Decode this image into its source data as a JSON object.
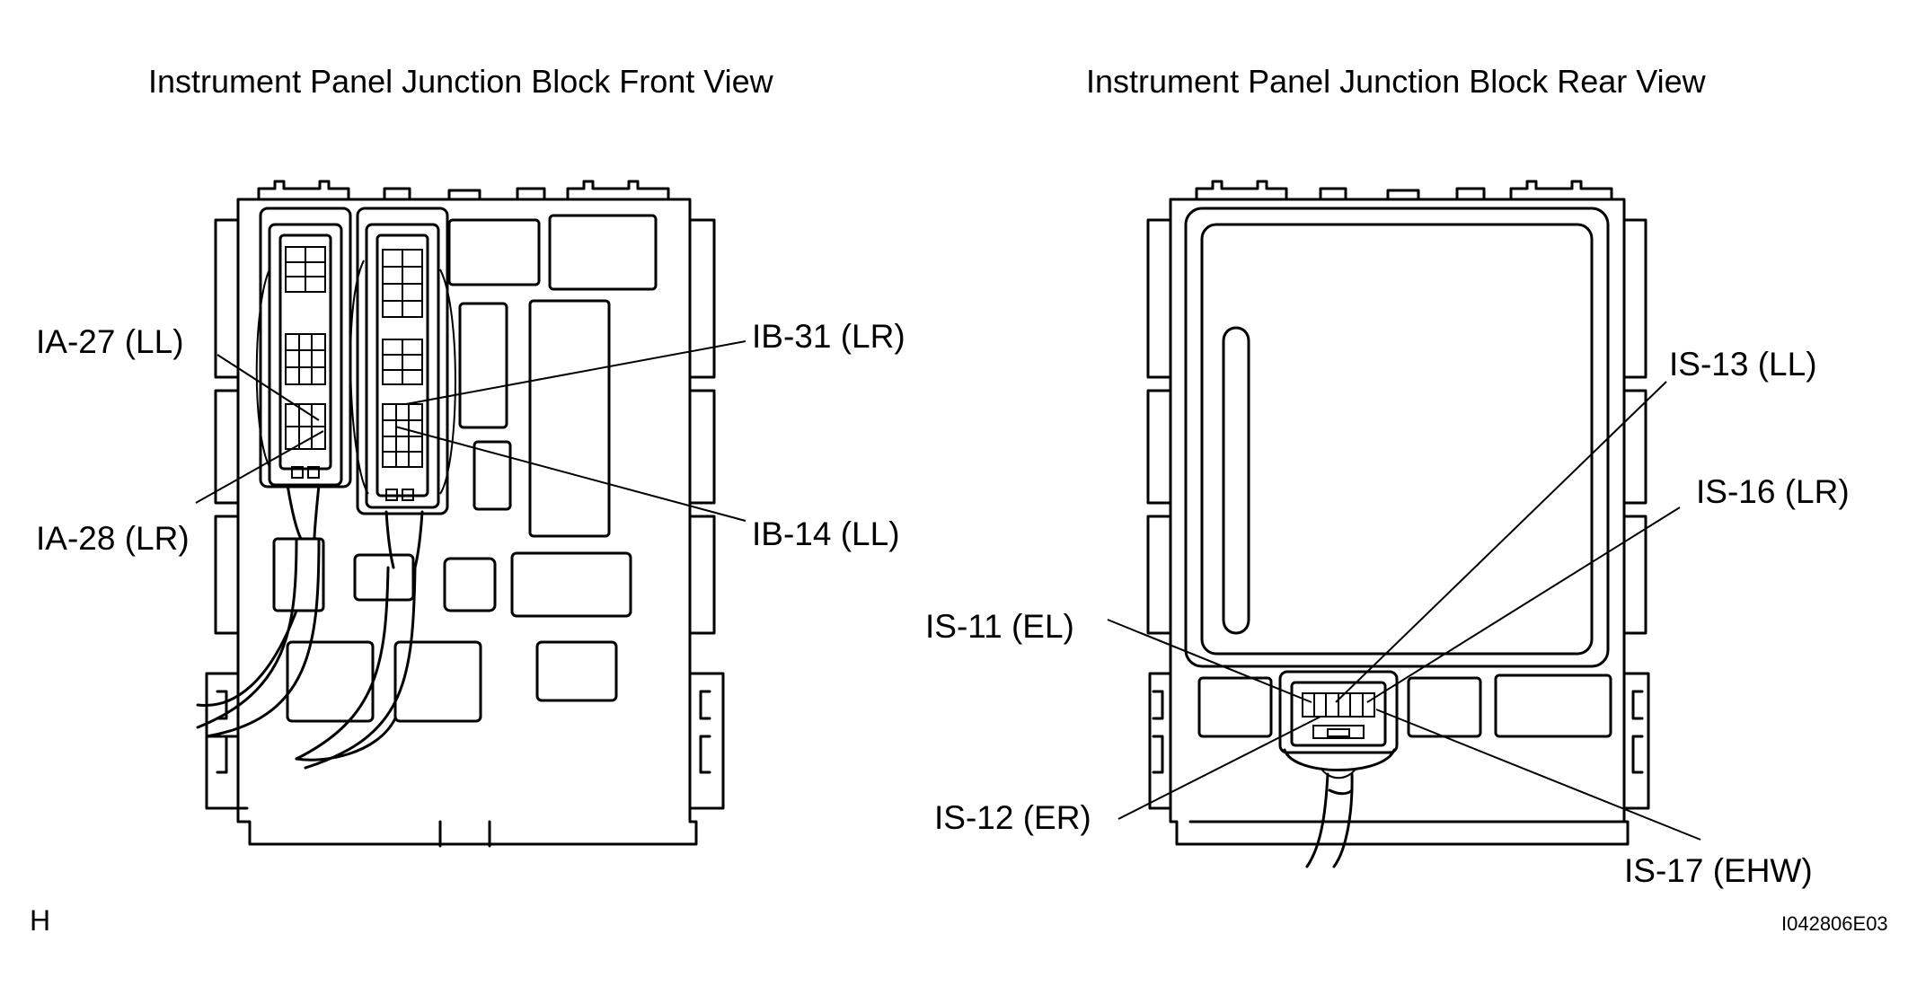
{
  "titles": {
    "front": "Instrument Panel Junction Block Front View",
    "rear": "Instrument Panel Junction Block Rear View"
  },
  "front_labels": {
    "ia27": "IA-27 (LL)",
    "ia28": "IA-28 (LR)",
    "ib31": "IB-31 (LR)",
    "ib14": "IB-14 (LL)"
  },
  "rear_labels": {
    "is13": "IS-13 (LL)",
    "is16": "IS-16 (LR)",
    "is11": "IS-11 (EL)",
    "is12": "IS-12 (ER)",
    "is17": "IS-17 (EHW)"
  },
  "footer": {
    "marker": "H",
    "code": "I042806E03"
  }
}
